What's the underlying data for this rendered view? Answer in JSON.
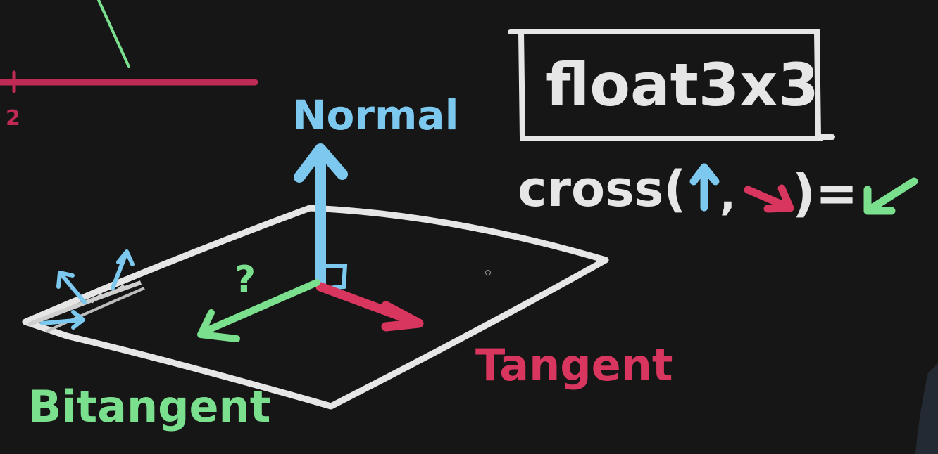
{
  "labels": {
    "normal": "Normal",
    "tangent": "Tangent",
    "bitangent": "Bitangent",
    "question": "?",
    "float_type": "float3x3",
    "cross_prefix": "cross(",
    "cross_comma": ",",
    "cross_suffix": ")=",
    "axis_tick": "2"
  },
  "colors": {
    "background": "#161616",
    "normal": "#7cc8ee",
    "tangent": "#d8355f",
    "bitangent": "#7be08e",
    "chalk": "#e6e6e6"
  },
  "icons": {
    "normal_arrow": "arrow-up",
    "tangent_arrow": "arrow-down-right",
    "bitangent_arrow": "arrow-down-left"
  }
}
